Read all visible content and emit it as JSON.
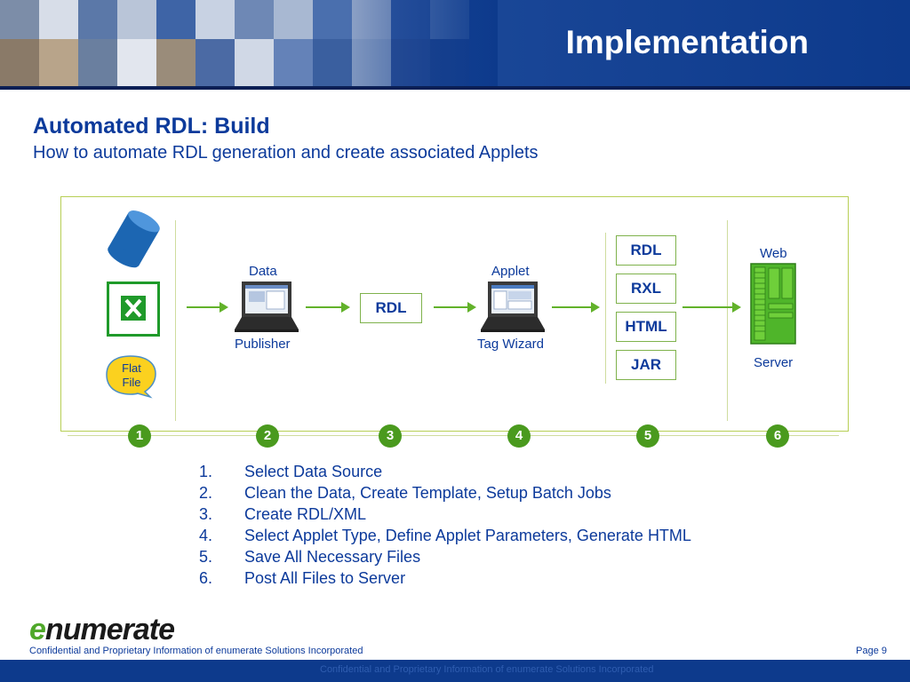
{
  "header": {
    "title": "Implementation"
  },
  "heading": "Automated RDL: Build",
  "subheading": "How to automate RDL generation and create associated Applets",
  "diagram": {
    "source_file_label": "Flat File",
    "data_label": "Data",
    "publisher_label": "Publisher",
    "rdl_label": "RDL",
    "applet_label": "Applet",
    "tag_wizard_label": "Tag Wizard",
    "outputs": [
      "RDL",
      "RXL",
      "HTML",
      "JAR"
    ],
    "web_label": "Web",
    "server_label": "Server",
    "steps": [
      "1",
      "2",
      "3",
      "4",
      "5",
      "6"
    ]
  },
  "step_list": [
    {
      "num": "1.",
      "text": "Select Data Source"
    },
    {
      "num": "2.",
      "text": "Clean the Data, Create Template, Setup Batch Jobs"
    },
    {
      "num": "3.",
      "text": "Create RDL/XML"
    },
    {
      "num": "4.",
      "text": "Select Applet Type, Define Applet Parameters, Generate HTML"
    },
    {
      "num": "5.",
      "text": "Save All Necessary Files"
    },
    {
      "num": "6.",
      "text": "Post All Files to Server"
    }
  ],
  "footer": {
    "logo": "enumerate",
    "confidential": "Confidential and Proprietary Information of enumerate Solutions Incorporated",
    "page": "Page 9",
    "bar_text": "Confidential and Proprietary Information of enumerate Solutions Incorporated"
  },
  "colors": {
    "brand_blue": "#0c3a9b",
    "accent_green": "#4a9a1e",
    "header_blue": "#0d3a8c"
  }
}
